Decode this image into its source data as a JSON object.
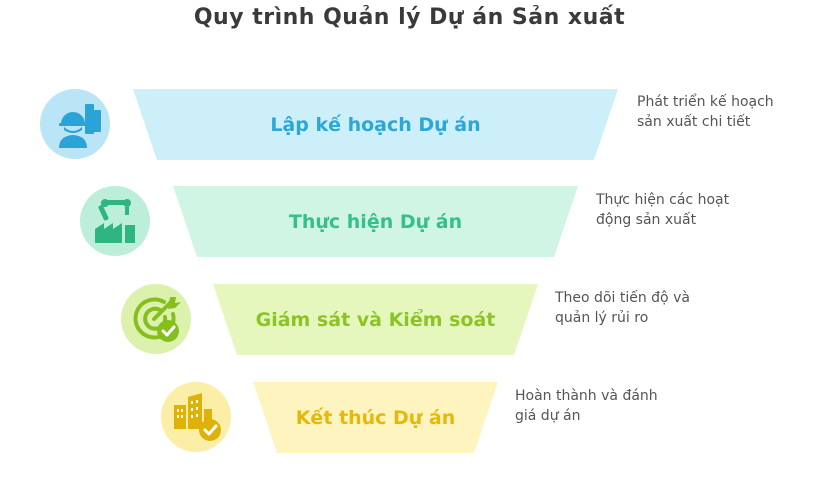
{
  "title": "Quy trình Quản lý Dự án Sản xuất",
  "steps": [
    {
      "label": "Lập kế hoạch Dự án",
      "description": "Phát triển kế hoạch\nsản xuất chi tiết",
      "icon": "engineer-planning-icon",
      "fill": "#cdeff9",
      "text_color": "#2ba7d8",
      "icon_bg": "#b9e5f6",
      "icon_fg": "#2aa3d6"
    },
    {
      "label": "Thực hiện Dự án",
      "description": "Thực hiện các hoạt\nđộng sản xuất",
      "icon": "factory-robot-icon",
      "fill": "#d0f5e4",
      "text_color": "#34c088",
      "icon_bg": "#bdeed9",
      "icon_fg": "#2fb57f"
    },
    {
      "label": "Giám sát và Kiểm soát",
      "description": "Theo dõi tiến độ và\nquản lý rủi ro",
      "icon": "target-check-icon",
      "fill": "#e6f7be",
      "text_color": "#8cc425",
      "icon_bg": "#dcf2ac",
      "icon_fg": "#85bf1f"
    },
    {
      "label": "Kết thúc Dự án",
      "description": "Hoàn thành và đánh\ngiá dự án",
      "icon": "buildings-check-icon",
      "fill": "#fdf4c0",
      "text_color": "#e7b808",
      "icon_bg": "#fbeea6",
      "icon_fg": "#dfb20a"
    }
  ]
}
